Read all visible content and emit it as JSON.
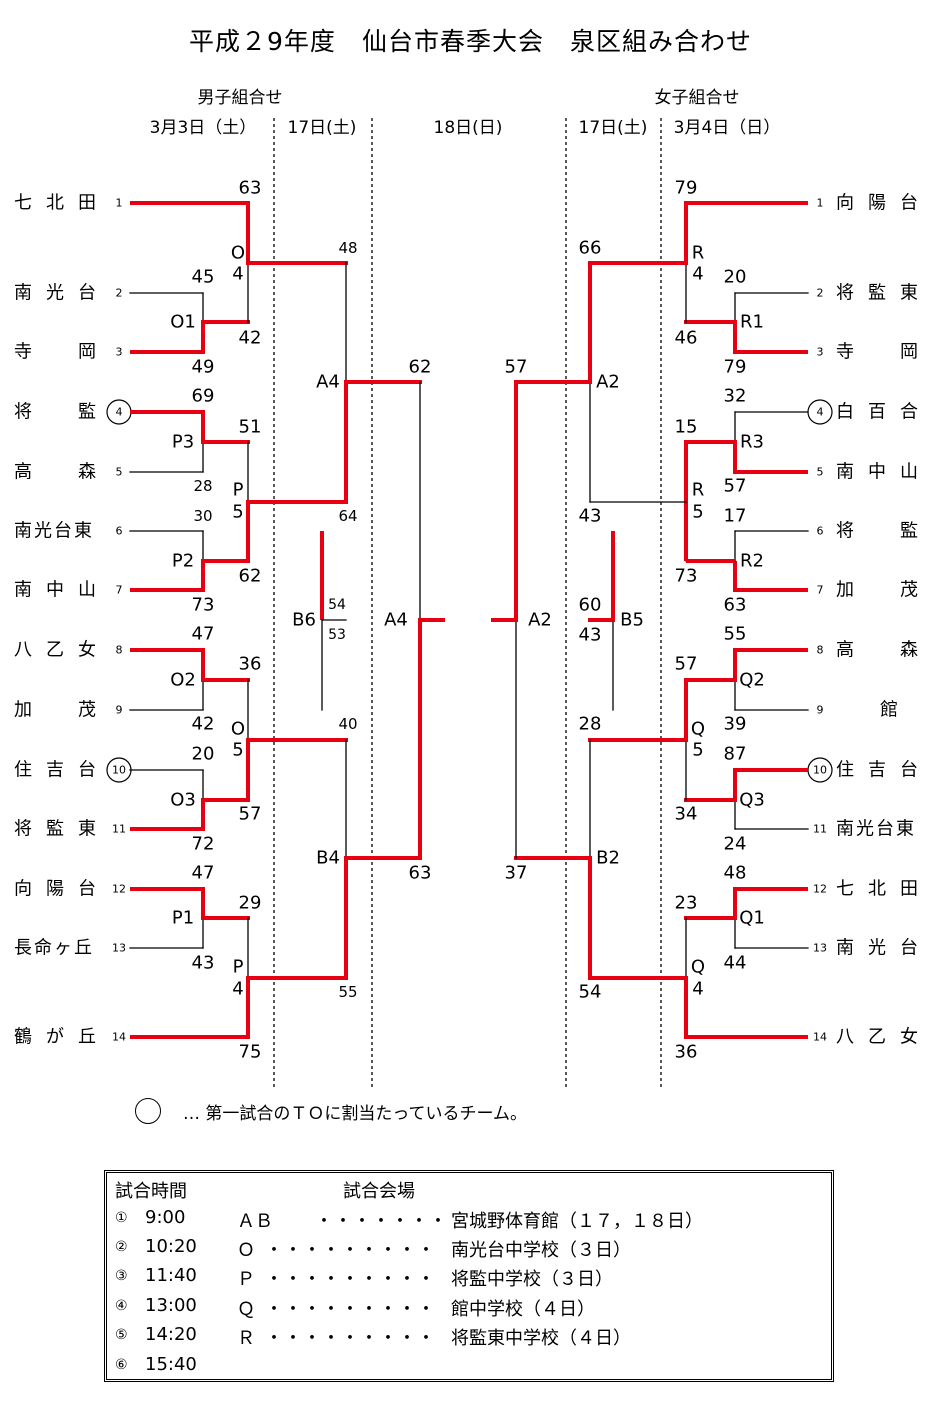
{
  "title": "平成２9年度　仙台市春季大会　泉区組み合わせ",
  "headers": {
    "boys_title": "男子組合せ",
    "girls_title": "女子組合せ",
    "boys_day1": "3月3日（土）",
    "boys_day2": "17日(土)",
    "day3": "18日(日)",
    "girls_day2": "17日(土)",
    "girls_day1": "3月4日（日）"
  },
  "boys_teams": [
    {
      "no": "1",
      "name": "七北田"
    },
    {
      "no": "2",
      "name": "南光台"
    },
    {
      "no": "3",
      "name": "寺　岡"
    },
    {
      "no": "4",
      "name": "将　監"
    },
    {
      "no": "5",
      "name": "高　森"
    },
    {
      "no": "6",
      "name": "南光台東"
    },
    {
      "no": "7",
      "name": "南中山"
    },
    {
      "no": "8",
      "name": "八乙女"
    },
    {
      "no": "9",
      "name": "加　茂"
    },
    {
      "no": "10",
      "name": "住吉台"
    },
    {
      "no": "11",
      "name": "将監東"
    },
    {
      "no": "12",
      "name": "向陽台"
    },
    {
      "no": "13",
      "name": "長命ヶ丘"
    },
    {
      "no": "14",
      "name": "鶴が丘"
    }
  ],
  "girls_teams": [
    {
      "no": "1",
      "name": "向陽台"
    },
    {
      "no": "2",
      "name": "将監東"
    },
    {
      "no": "3",
      "name": "寺　岡"
    },
    {
      "no": "4",
      "name": "白百合"
    },
    {
      "no": "5",
      "name": "南中山"
    },
    {
      "no": "6",
      "name": "将　監"
    },
    {
      "no": "7",
      "name": "加　茂"
    },
    {
      "no": "8",
      "name": "高　森"
    },
    {
      "no": "9",
      "name": "館"
    },
    {
      "no": "10",
      "name": "住吉台"
    },
    {
      "no": "11",
      "name": "南光台東"
    },
    {
      "no": "12",
      "name": "七北田"
    },
    {
      "no": "13",
      "name": "南光台"
    },
    {
      "no": "14",
      "name": "八乙女"
    }
  ],
  "boys_matches": {
    "O1": {
      "label": "O1",
      "top": "45",
      "bottom": "49"
    },
    "P3": {
      "label": "P3",
      "top": "69",
      "bottom": "28"
    },
    "P2": {
      "label": "P2",
      "top": "30",
      "bottom": "73"
    },
    "O2": {
      "label": "O2",
      "top": "47",
      "bottom": "42"
    },
    "O3": {
      "label": "O3",
      "top": "20",
      "bottom": "72"
    },
    "P1": {
      "label": "P1",
      "top": "47",
      "bottom": "43"
    },
    "O4": {
      "label_a": "O",
      "label_b": "4",
      "top": "63",
      "bottom": "42"
    },
    "P5": {
      "label_a": "P",
      "label_b": "5",
      "top": "51",
      "bottom": "62"
    },
    "O5": {
      "label_a": "O",
      "label_b": "5",
      "top": "36",
      "bottom": "57"
    },
    "P4": {
      "label_a": "P",
      "label_b": "4",
      "top": "29",
      "bottom": "75"
    },
    "A4s": {
      "label": "A4",
      "top": "48",
      "bottom": "64"
    },
    "B6": {
      "label": "B6",
      "top": "54",
      "bottom": "53"
    },
    "B4": {
      "label": "B4",
      "top": "40",
      "bottom": "55"
    },
    "A4f": {
      "label": "A4",
      "top": "62",
      "bottom": "63"
    }
  },
  "girls_matches": {
    "R1": {
      "label": "R1",
      "top": "20",
      "bottom": "79"
    },
    "R3": {
      "label": "R3",
      "top": "32",
      "bottom": "57"
    },
    "R2": {
      "label": "R2",
      "top": "17",
      "bottom": "63"
    },
    "Q2": {
      "label": "Q2",
      "top": "55",
      "bottom": "39"
    },
    "Q3": {
      "label": "Q3",
      "top": "87",
      "bottom": "24"
    },
    "Q1": {
      "label": "Q1",
      "top": "48",
      "bottom": "44"
    },
    "R4": {
      "label_a": "R",
      "label_b": "4",
      "top": "79",
      "bottom": "46"
    },
    "R5": {
      "label_a": "R",
      "label_b": "5",
      "top": "15",
      "bottom": "73"
    },
    "Q5": {
      "label_a": "Q",
      "label_b": "5",
      "top": "57",
      "bottom": "34"
    },
    "Q4": {
      "label_a": "Q",
      "label_b": "4",
      "top": "23",
      "bottom": "36"
    },
    "A2s": {
      "label": "A2",
      "top": "66",
      "bottom": "43"
    },
    "B5": {
      "label": "B5",
      "top": "60",
      "bottom": "43"
    },
    "B2": {
      "label": "B2",
      "top": "28",
      "bottom": "54"
    },
    "A2f": {
      "label": "A2",
      "top": "57",
      "bottom": "37"
    }
  },
  "legend": {
    "text": "…  第一試合のＴＯに割当たっているチーム。"
  },
  "schedule": {
    "header_time": "試合時間",
    "header_venue": "試合会場",
    "rows": [
      {
        "num": "①",
        "time": "9:00",
        "code": "ＡＢ",
        "dots": "・・・・・・・",
        "venue": "宮城野体育館（１７，１８日）"
      },
      {
        "num": "②",
        "time": "10:20",
        "code": "Ｏ",
        "dots": "・・・・・・・・・",
        "venue": "南光台中学校（３日）"
      },
      {
        "num": "③",
        "time": "11:40",
        "code": "Ｐ",
        "dots": "・・・・・・・・・",
        "venue": "将監中学校（３日）"
      },
      {
        "num": "④",
        "time": "13:00",
        "code": "Ｑ",
        "dots": "・・・・・・・・・",
        "venue": "館中学校（４日）"
      },
      {
        "num": "⑤",
        "time": "14:20",
        "code": "Ｒ",
        "dots": "・・・・・・・・・",
        "venue": "将監東中学校（４日）"
      },
      {
        "num": "⑥",
        "time": "15:40",
        "code": "",
        "dots": "",
        "venue": ""
      }
    ]
  },
  "colors": {
    "winner_line": "#e60012",
    "loser_line": "#000000"
  }
}
